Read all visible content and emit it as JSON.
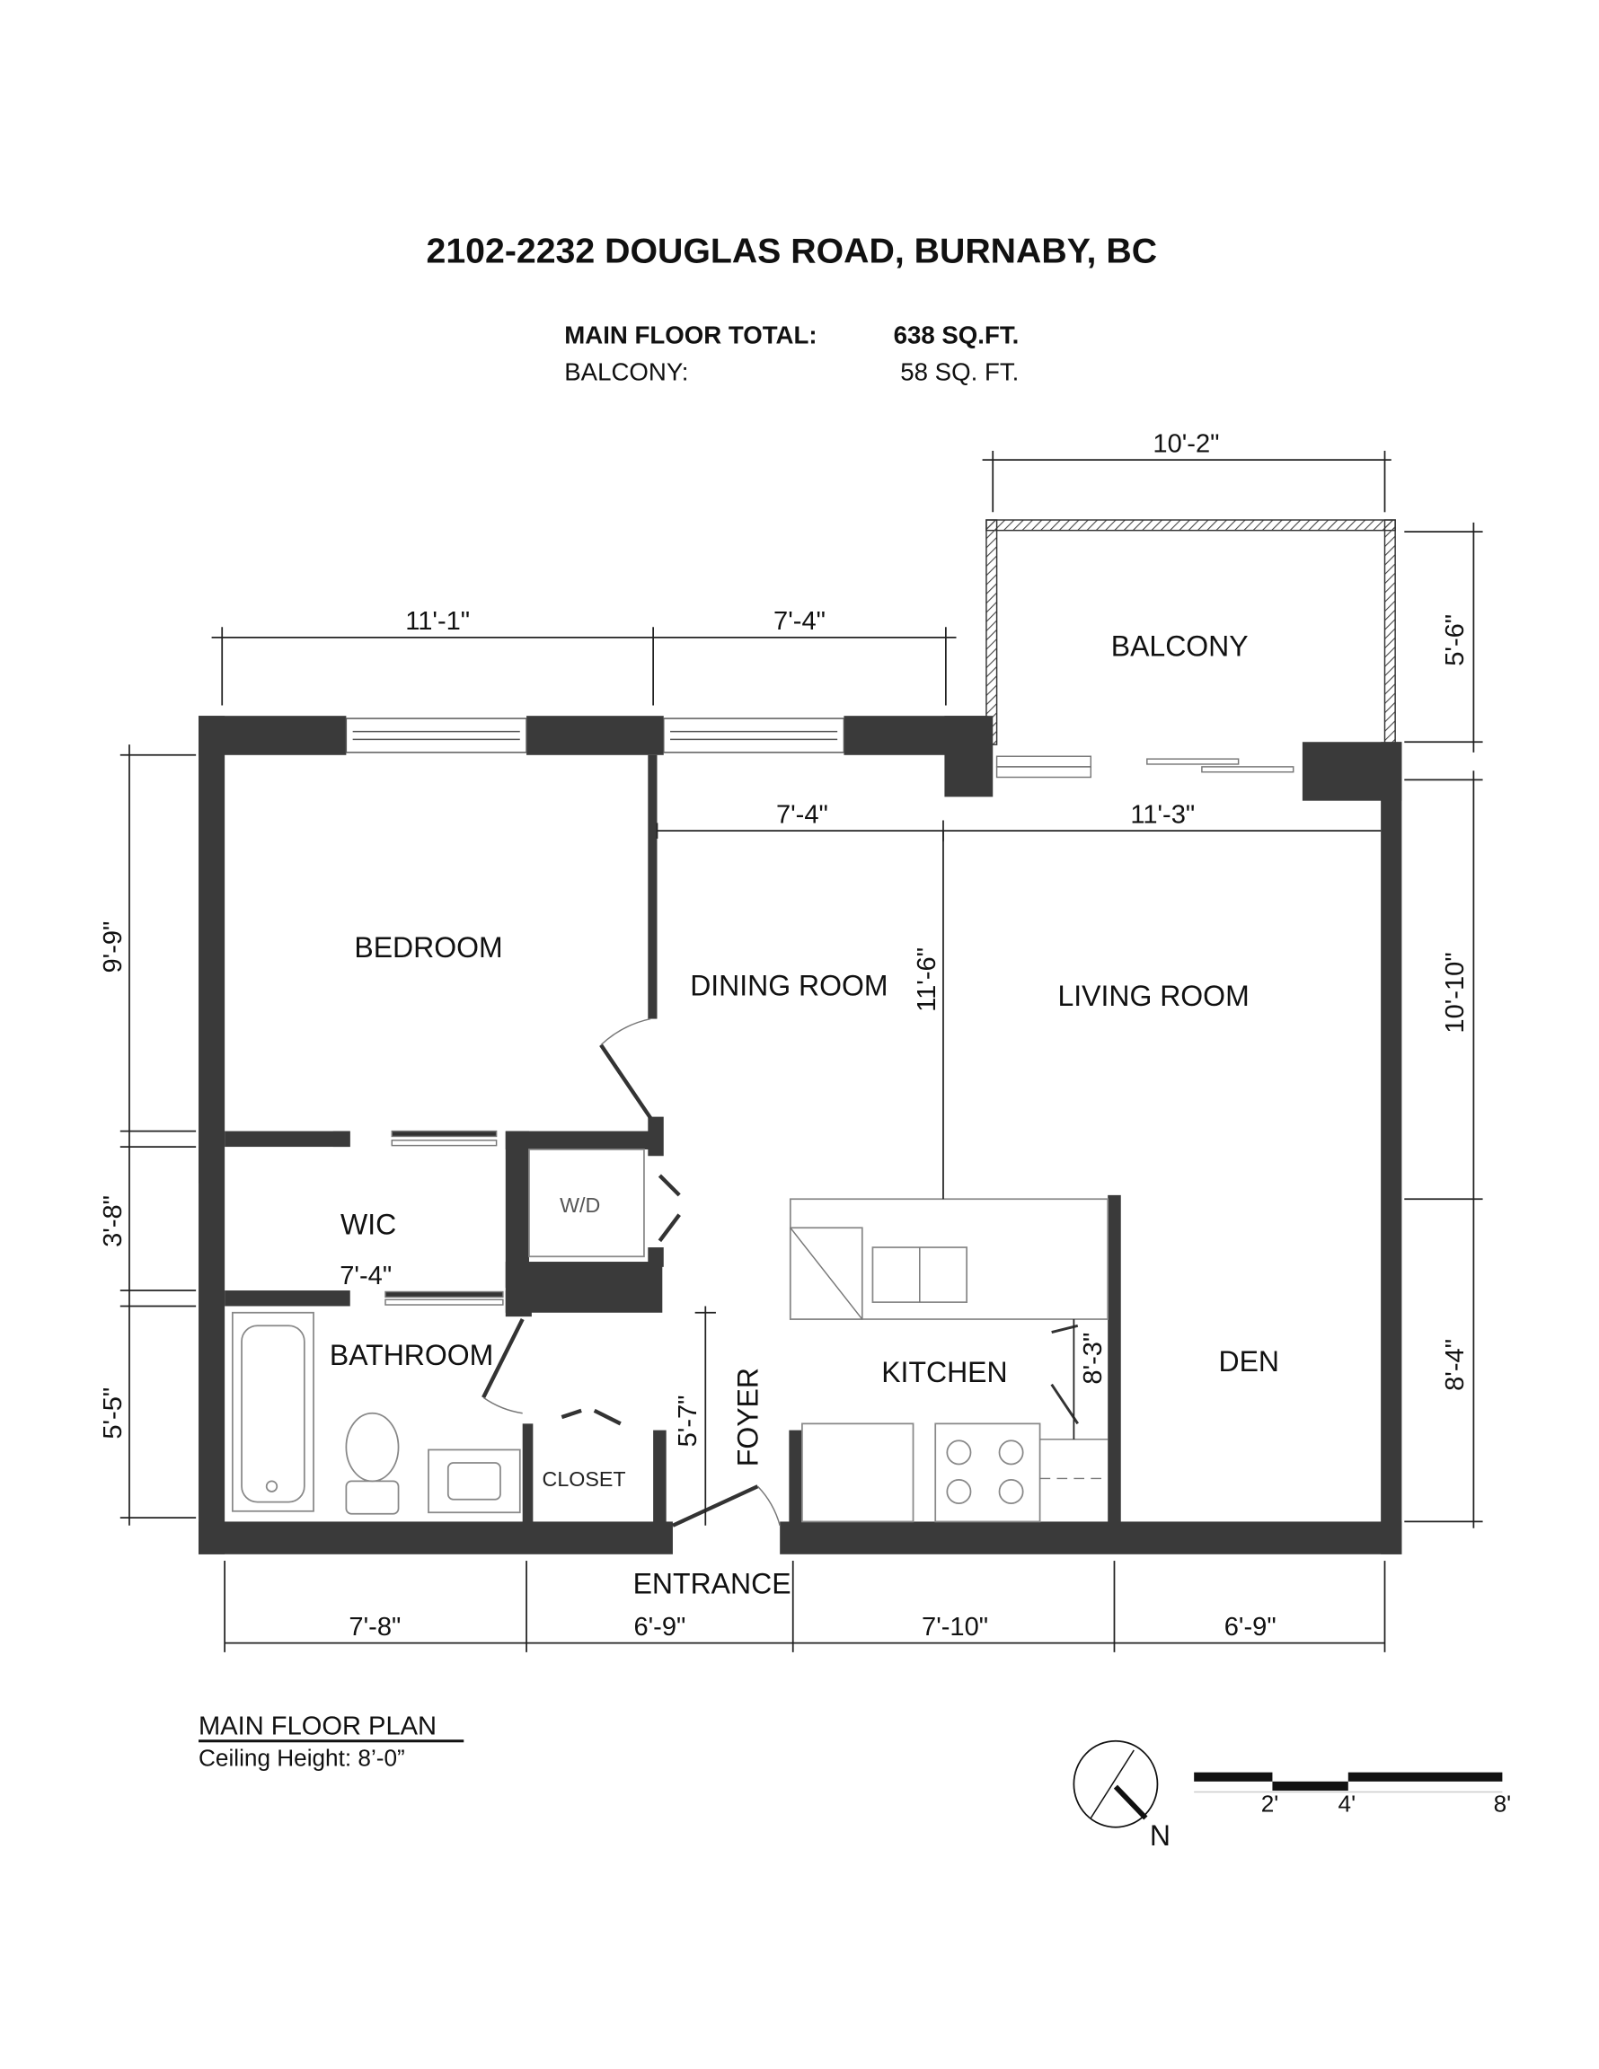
{
  "header": {
    "address": "2102-2232 DOUGLAS ROAD, BURNABY, BC",
    "main_floor_label": "MAIN FLOOR TOTAL:",
    "main_floor_value": "638 SQ.FT.",
    "balcony_label": "BALCONY:",
    "balcony_value": "58 SQ. FT."
  },
  "rooms": {
    "balcony": "BALCONY",
    "bedroom": "BEDROOM",
    "dining": "DINING ROOM",
    "living": "LIVING ROOM",
    "wic": "WIC",
    "wd": "W/D",
    "bathroom": "BATHROOM",
    "closet": "CLOSET",
    "foyer": "FOYER",
    "kitchen": "KITCHEN",
    "den": "DEN",
    "entrance": "ENTRANCE"
  },
  "dimensions": {
    "balcony_width": "10'-2\"",
    "balcony_depth": "5'-6\"",
    "bedroom_width": "11'-1\"",
    "dining_top_width": "7'-4\"",
    "dining_width": "7'-4\"",
    "living_width": "11'-3\"",
    "living_depth": "11'-6\"",
    "bedroom_depth": "9'-9\"",
    "wic_depth": "3'-8\"",
    "wic_width": "7'-4\"",
    "bath_depth": "5'-5\"",
    "living_right_depth": "10'-10\"",
    "den_depth": "8'-4\"",
    "foyer_depth": "5'-7\"",
    "kitchen_depth": "8'-3\"",
    "bottom_1": "7'-8\"",
    "bottom_2": "6'-9\"",
    "bottom_3": "7'-10\"",
    "bottom_4": "6'-9\""
  },
  "footer": {
    "plan_title": "MAIN FLOOR PLAN",
    "ceiling": "Ceiling Height: 8’-0”",
    "north": "N",
    "scale_labels": [
      "2'",
      "4'",
      "8'"
    ]
  }
}
